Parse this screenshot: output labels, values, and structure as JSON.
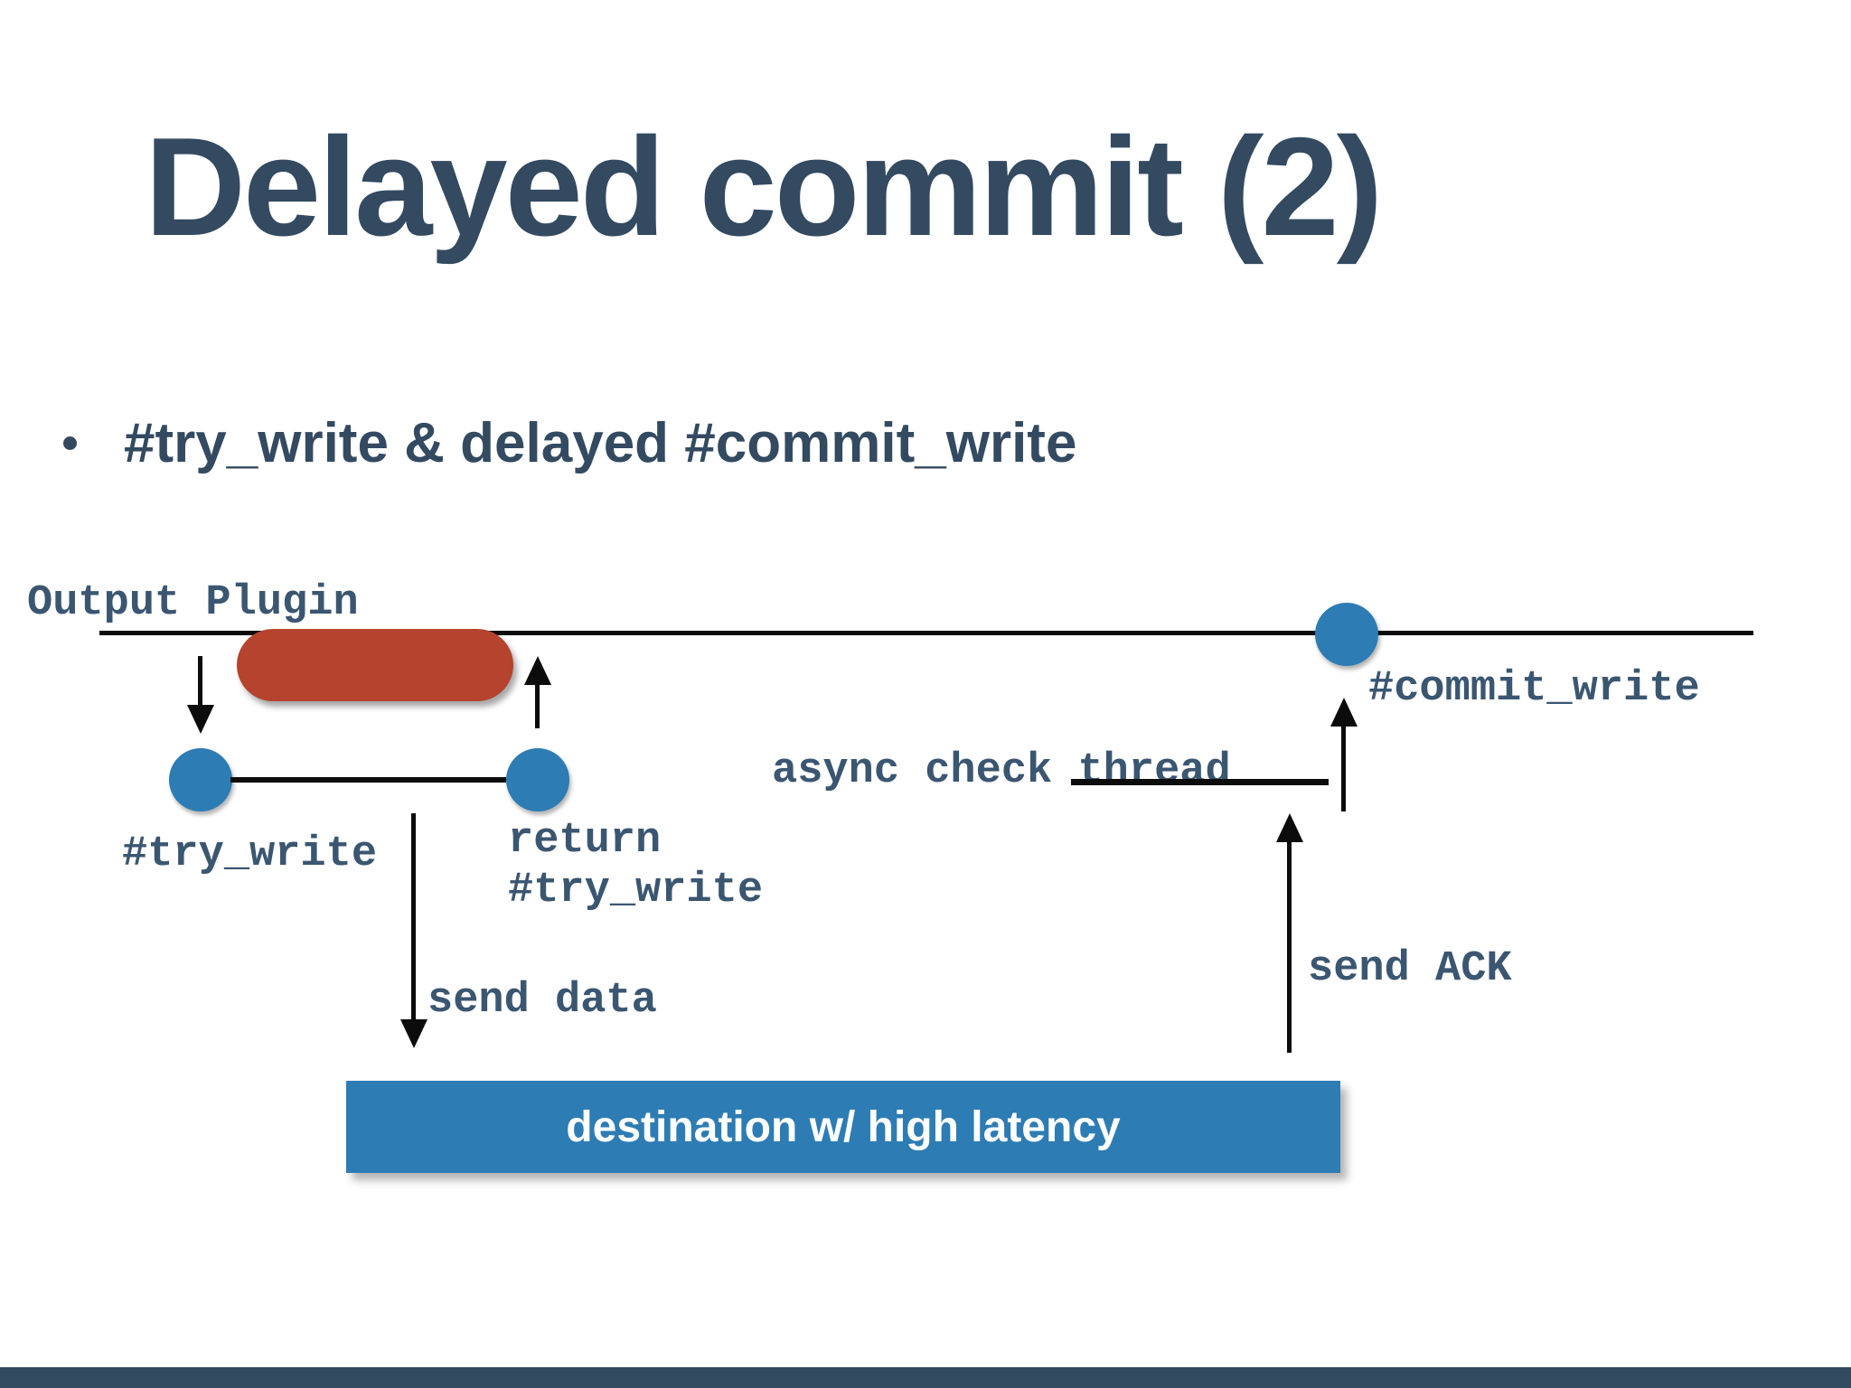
{
  "slide": {
    "title": "Delayed commit (2)",
    "bullet_text": "#try_write & delayed #commit_write"
  },
  "diagram": {
    "output_plugin": "Output Plugin",
    "try_write": "#try_write",
    "return_try_write": "return\n#try_write",
    "send_data": "send data",
    "async_check_thread": "async check thread",
    "commit_write": "#commit_write",
    "send_ack": "send ACK",
    "destination": "destination w/ high latency"
  },
  "colors": {
    "title_text": "#334a60",
    "mono_text": "#3b5671",
    "accent_blue": "#2d7cb4",
    "accent_red": "#b5432e",
    "line_black": "#0c0c0c",
    "footer_bar": "#314a5f",
    "background": "#ffffff"
  }
}
